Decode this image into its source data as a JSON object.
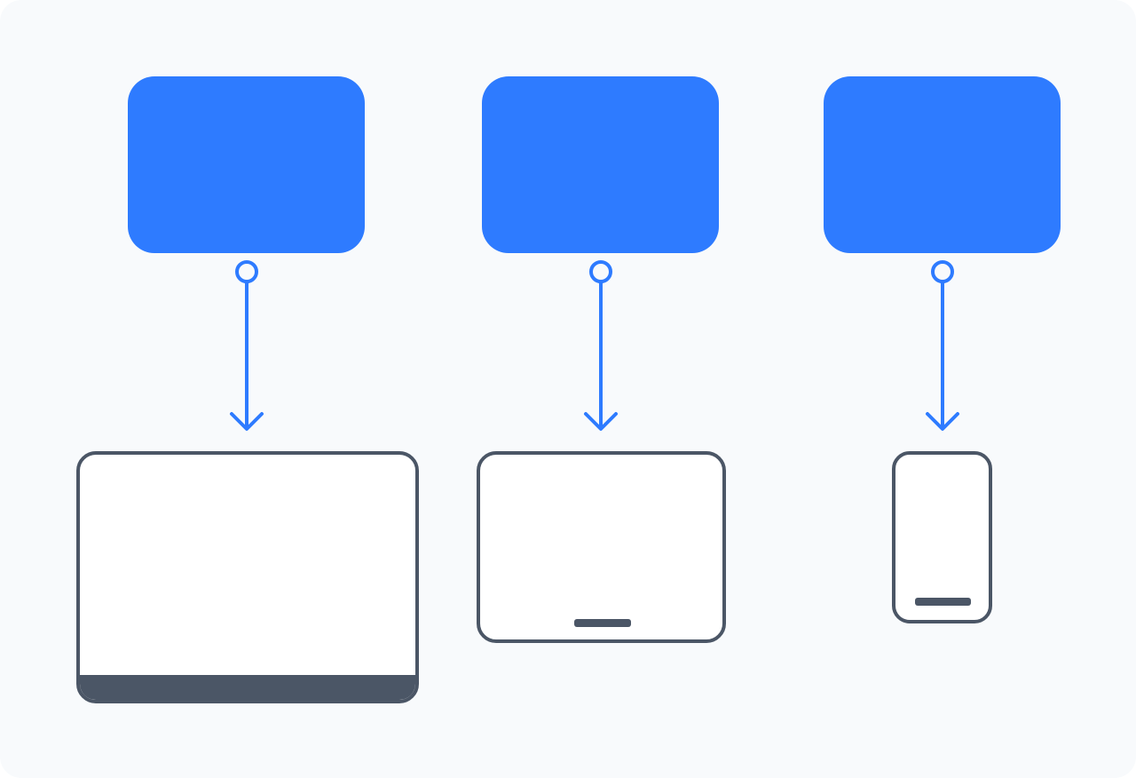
{
  "colors": {
    "panel_fill": "#2e7bff",
    "connector_stroke": "#2e7bff",
    "device_outline": "#4b5666",
    "device_screen": "#ffffff"
  },
  "panels": [
    {
      "id": "panel-1",
      "icon": "blue-rounded-panel"
    },
    {
      "id": "panel-2",
      "icon": "blue-rounded-panel"
    },
    {
      "id": "panel-3",
      "icon": "blue-rounded-panel"
    }
  ],
  "connectors": [
    {
      "from": "panel-1",
      "to": "laptop",
      "icon": "arrow-down-icon"
    },
    {
      "from": "panel-2",
      "to": "tablet",
      "icon": "arrow-down-icon"
    },
    {
      "from": "panel-3",
      "to": "phone",
      "icon": "arrow-down-icon"
    }
  ],
  "devices": [
    {
      "id": "laptop",
      "icon": "laptop-icon"
    },
    {
      "id": "tablet",
      "icon": "tablet-icon"
    },
    {
      "id": "phone",
      "icon": "phone-icon"
    }
  ]
}
